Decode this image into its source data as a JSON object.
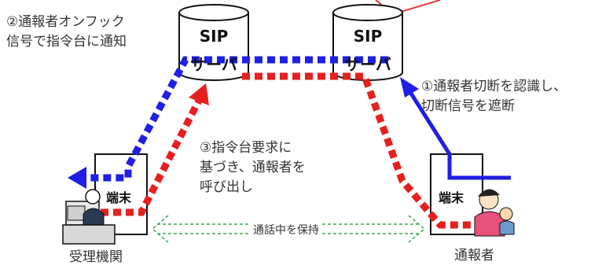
{
  "servers": {
    "left": {
      "label_top": "SIP",
      "label_bottom": "サーバ"
    },
    "right": {
      "label_top": "SIP",
      "label_bottom": "サーバ"
    }
  },
  "terminals": {
    "left": {
      "label": "端末"
    },
    "right": {
      "label": "端末"
    }
  },
  "annotations": {
    "step2": [
      "②通報者オンフック",
      "信号で指令台に通知"
    ],
    "step1": [
      "①通報者切断を認識し、",
      "切断信号を遮断"
    ],
    "step3": [
      "③指令台要求に",
      "基づき、通報者を",
      "呼び出し"
    ]
  },
  "link_label": "通話中を保持",
  "parties": {
    "left": "受理機関",
    "right": "通報者"
  },
  "colors": {
    "blue": "#1f1fe6",
    "red": "#e61f1f",
    "green": "#3aa84a",
    "callout_red": "#e63a3a"
  }
}
